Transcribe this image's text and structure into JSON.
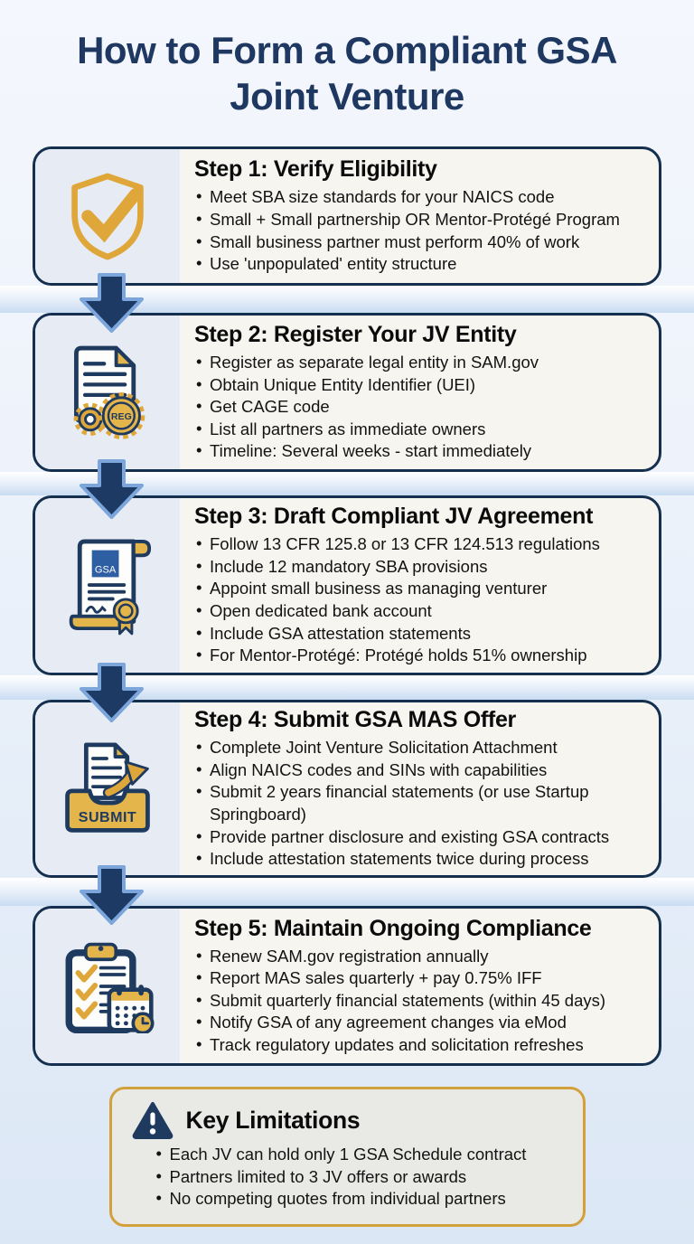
{
  "title": "How to Form a Compliant GSA Joint Venture",
  "steps": [
    {
      "heading": "Step 1: Verify Eligibility",
      "icon": "shield-check-icon",
      "bullets": [
        "Meet SBA size standards for your NAICS code",
        "Small + Small partnership OR Mentor-Protégé Program",
        "Small business partner must perform 40% of work",
        "Use 'unpopulated' entity structure"
      ]
    },
    {
      "heading": "Step 2: Register Your JV Entity",
      "icon": "document-gear-reg-icon",
      "badge_label": "REG",
      "bullets": [
        "Register as separate legal entity in SAM.gov",
        "Obtain Unique Entity Identifier (UEI)",
        "Get CAGE code",
        "List all partners as immediate owners",
        "Timeline: Several weeks - start immediately"
      ]
    },
    {
      "heading": "Step 3: Draft Compliant JV Agreement",
      "icon": "gsa-scroll-seal-icon",
      "badge_label": "GSA",
      "bullets": [
        "Follow 13 CFR 125.8 or 13 CFR 124.513 regulations",
        "Include 12 mandatory SBA provisions",
        "Appoint small business as managing venturer",
        "Open dedicated bank account",
        "Include GSA attestation statements",
        "For Mentor-Protégé: Protégé holds 51% ownership"
      ]
    },
    {
      "heading": "Step 4: Submit GSA MAS Offer",
      "icon": "submit-tray-icon",
      "badge_label": "SUBMIT",
      "bullets": [
        "Complete Joint Venture Solicitation Attachment",
        "Align NAICS codes and SINs with capabilities",
        "Submit 2 years financial statements (or use Startup Springboard)",
        "Provide partner disclosure and existing GSA contracts",
        "Include attestation statements twice during process"
      ]
    },
    {
      "heading": "Step 5: Maintain Ongoing Compliance",
      "icon": "clipboard-calendar-icon",
      "bullets": [
        "Renew SAM.gov registration annually",
        "Report MAS sales quarterly + pay 0.75% IFF",
        "Submit quarterly financial statements (within 45 days)",
        "Notify GSA of any agreement changes via eMod",
        "Track regulatory updates and solicitation refreshes"
      ]
    }
  ],
  "limitations": {
    "heading": "Key Limitations",
    "icon": "warning-icon",
    "bullets": [
      "Each JV can hold only 1 GSA Schedule contract",
      "Partners limited to 3 JV offers or awards",
      "No competing quotes from individual partners"
    ]
  },
  "colors": {
    "title_navy": "#1E3862",
    "card_border_navy": "#15304F",
    "icon_navy": "#1E3A5F",
    "gold": "#DFA73A",
    "arrow_fill": "#1C3A64",
    "arrow_outline": "#7CA6DB",
    "gsa_blue": "#2E5FA3",
    "limits_border_gold": "#D2A13C"
  }
}
